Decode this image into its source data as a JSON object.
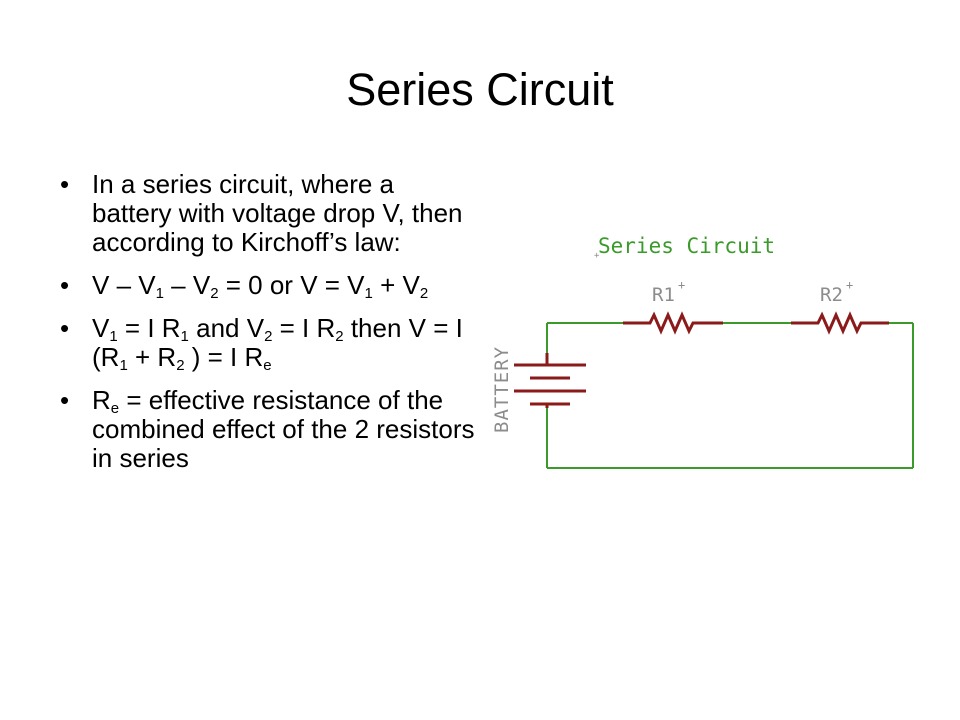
{
  "slide": {
    "title": "Series Circuit"
  },
  "bullets": [
    {
      "parts": [
        {
          "t": "In a series circuit, where a battery with voltage drop V, then according to Kirchoff’s law:"
        }
      ]
    },
    {
      "parts": [
        {
          "t": "V – V"
        },
        {
          "s": "1"
        },
        {
          "t": " – V"
        },
        {
          "s": "2"
        },
        {
          "t": " = 0 or V =  V"
        },
        {
          "s": "1"
        },
        {
          "t": " + V"
        },
        {
          "s": "2"
        }
      ]
    },
    {
      "parts": [
        {
          "t": "V"
        },
        {
          "s": "1"
        },
        {
          "t": " = I R"
        },
        {
          "s": "1"
        },
        {
          "t": " and V"
        },
        {
          "s": "2"
        },
        {
          "t": " = I R"
        },
        {
          "s": "2"
        },
        {
          "t": " then V = I (R"
        },
        {
          "s": "1"
        },
        {
          "t": " +  R"
        },
        {
          "s": "2"
        },
        {
          "t": " ) = I R"
        },
        {
          "s": "e"
        }
      ]
    },
    {
      "parts": [
        {
          "t": "R"
        },
        {
          "s": "e"
        },
        {
          "t": " = effective resistance of the combined effect of the 2 resistors in series"
        }
      ]
    }
  ],
  "diagram": {
    "title": "Series Circuit",
    "battery_label": "BATTERY",
    "r1_label": "R1",
    "r2_label": "R2",
    "plus_mark": "+",
    "wire_color": "#3a9a2a",
    "component_color": "#8b1a1a",
    "label_color": "#8c8c8c"
  },
  "bullet_glyph": "•"
}
